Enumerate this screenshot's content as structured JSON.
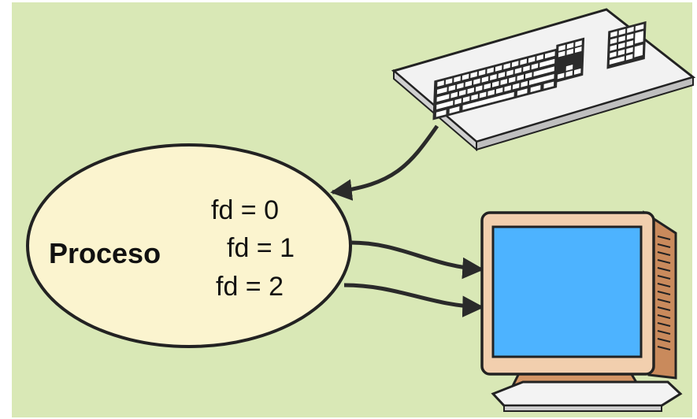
{
  "process": {
    "label": "Proceso",
    "descriptors": [
      "fd = 0",
      "fd = 1",
      "fd = 2"
    ]
  },
  "devices": {
    "input": "keyboard-icon",
    "output": "monitor-icon"
  },
  "colors": {
    "background": "#d9e8b6",
    "process_fill": "#fbf4cf",
    "screen": "#4db3ff",
    "monitor_frame": "#f2cfae",
    "stroke": "#222222"
  }
}
